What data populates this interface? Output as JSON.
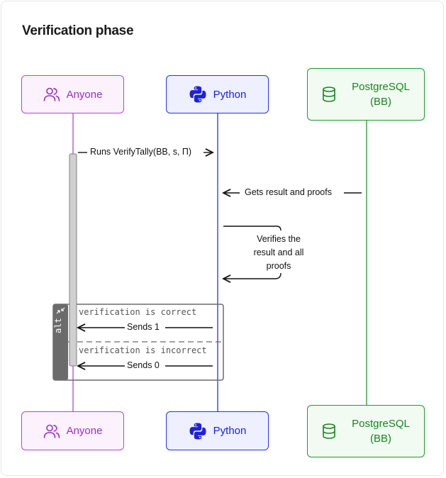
{
  "title": "Verification phase",
  "participants": {
    "anyone": "Anyone",
    "python": "Python",
    "postgres_line1": "PostgreSQL",
    "postgres_line2": "(BB)"
  },
  "messages": {
    "runs": "Runs VerifyTally(BB, s, Π)",
    "gets": "Gets result and proofs",
    "verifies_l1": "Verifies the",
    "verifies_l2": "result and all",
    "verifies_l3": "proofs",
    "sends_1": "Sends 1",
    "sends_0": "Sends 0"
  },
  "alt_fragment": {
    "label": "alt",
    "cond_correct": "verification is correct",
    "cond_incorrect": "verification is incorrect"
  },
  "icons": {
    "anyone": "users-icon",
    "python": "python-logo-icon",
    "postgres": "database-icon",
    "collapse": "collapse-icon"
  },
  "colors": {
    "anyone": "#b545d9",
    "python": "#2a2ef0",
    "postgres": "#1e9a2a",
    "alt_box": "#6b6b6b"
  }
}
